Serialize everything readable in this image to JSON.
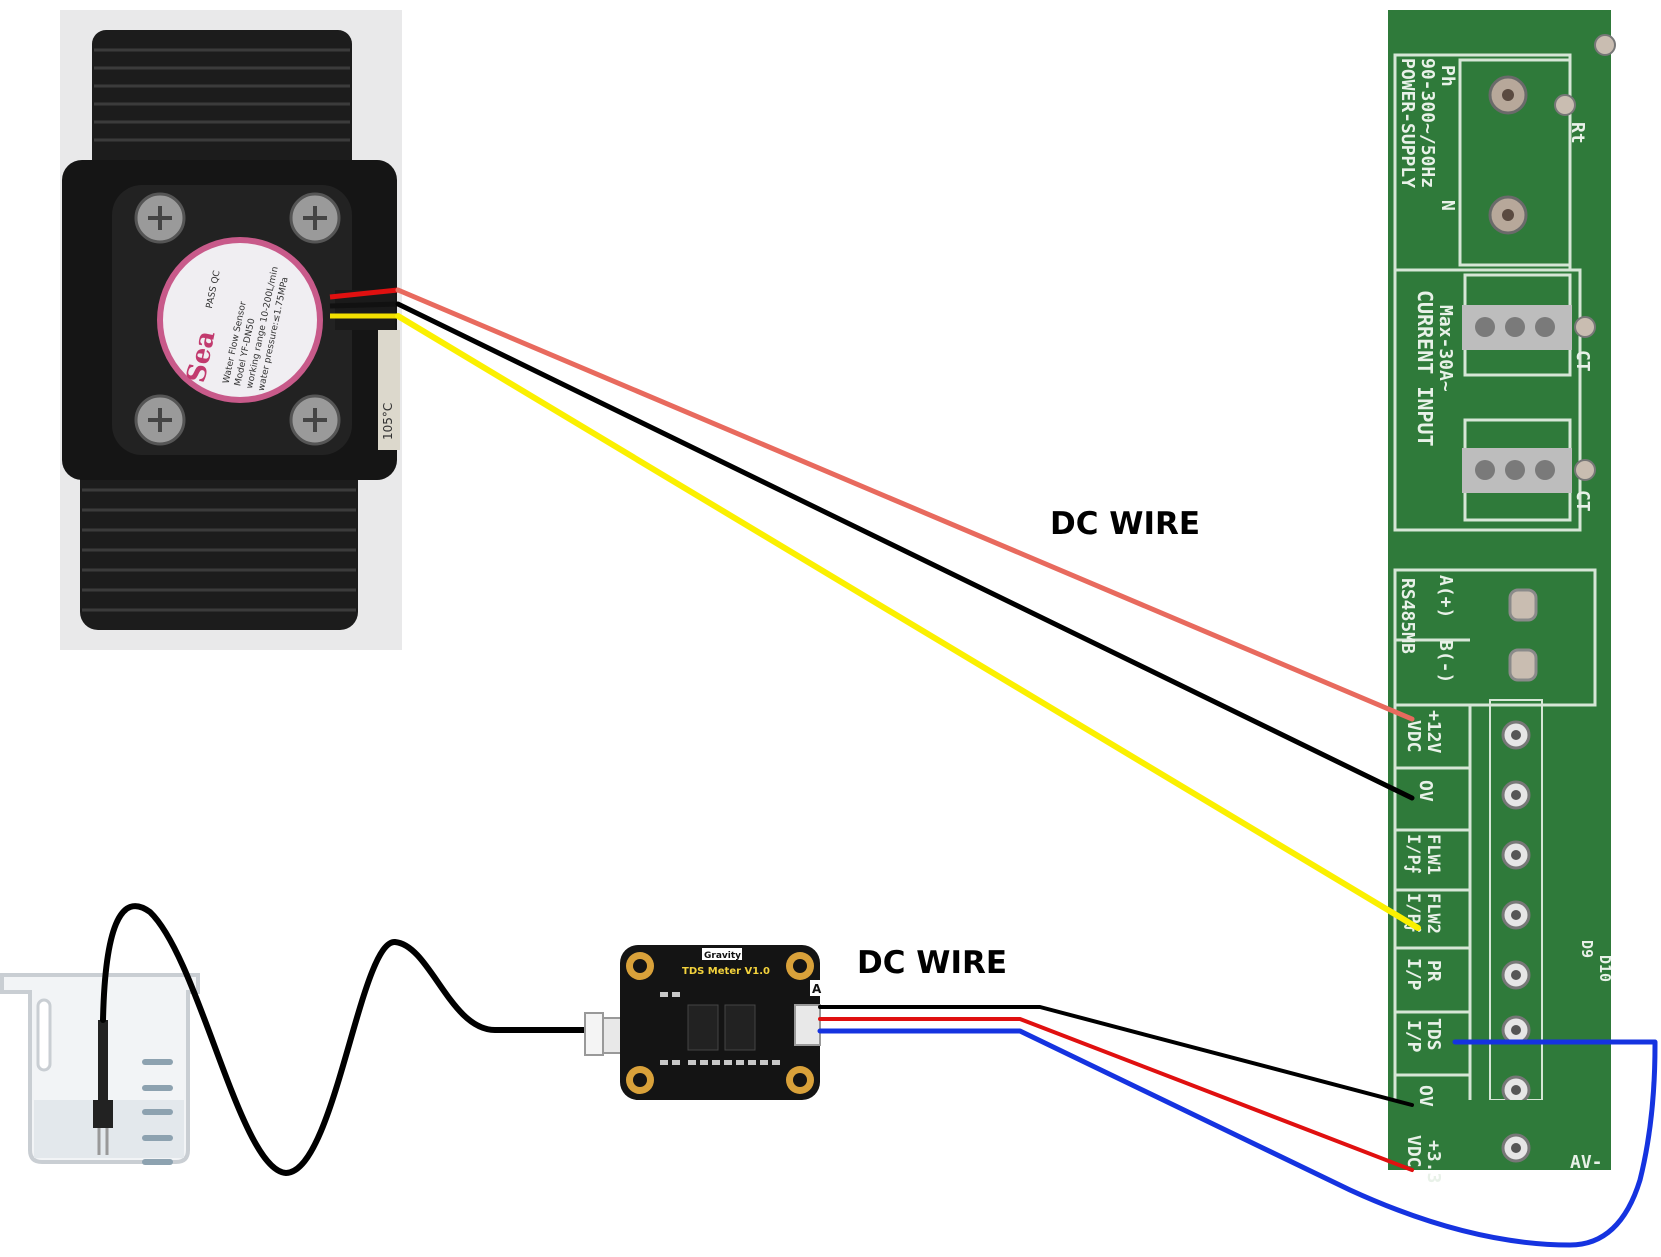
{
  "labels": {
    "dc_wire_top": "DC WIRE",
    "dc_wire_bottom": "DC WIRE"
  },
  "flow_sensor": {
    "pass_badge": "PASS QC",
    "brand": "Sea",
    "line1": "Water Flow Sensor",
    "line2": "Model YF-DN50",
    "line3": "working range 10-200L/min",
    "line4": "water pressure:≤1.75MPa",
    "temp_tag": "105°C"
  },
  "tds_module": {
    "brand": "Gravity",
    "title": "TDS Meter V1.0",
    "port_letter": "A"
  },
  "pcb": {
    "power_ph": "Ph",
    "power_n": "N",
    "power_range": "90-300~/50Hz",
    "power_supply": "POWER-SUPPLY",
    "rt": "Rt",
    "current_input": "CURRENT INPUT",
    "current_max": "Max-30A~",
    "ct1": "CT",
    "ct2": "CT",
    "a_plus": "A(+)",
    "b_minus": "B(-)",
    "rs485": "RS485MB",
    "v12": "+12V",
    "vdc1": "VDC",
    "ov1": "OV",
    "flw1": "FLW1",
    "flw1_io": "I/P⨍",
    "flw2": "FLW2",
    "flw2_io": "I/P⨍",
    "pr": "PR",
    "pr_io": "I/P",
    "tds": "TDS",
    "tds_io": "I/P",
    "ov2": "OV",
    "v33": "+3.3",
    "vdc2": "VDC",
    "d9": "D9",
    "d10": "D10",
    "av": "AV-"
  },
  "colors": {
    "pcb_green": "#2f7a3a",
    "wire_red_top": "#e86a5e",
    "wire_black": "#000000",
    "wire_yellow": "#fbf000",
    "wire_red": "#e01010",
    "wire_blue": "#1533e0"
  }
}
